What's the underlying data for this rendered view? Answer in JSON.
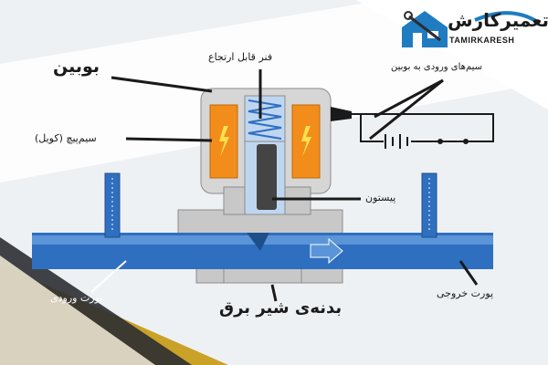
{
  "brand": {
    "name_fa": "تعمیرکارش",
    "name_en": "TAMIRKARESH",
    "logo_icon": "house-with-wrench-icon"
  },
  "labels": {
    "coil": "بوبین",
    "spring": "فنر قابل ارتجاع",
    "input_wires": "سیم‌های ورودی به بوبین",
    "winding": "سیم‌پیچ (کویل)",
    "piston": "پیستون",
    "inlet_port": "پورت ورودی",
    "outlet_port": "پورت خروجی",
    "valve_body": "بدنه‌ی شیر برق"
  },
  "colors": {
    "pipe": "#2f6fc0",
    "pipe_light": "#5b95d8",
    "valve_body": "#c8c8c8",
    "coil_winding": "#f28c1b",
    "piston": "#444444",
    "spring": "#2f6fc0",
    "background_accent": "#c9a227"
  }
}
